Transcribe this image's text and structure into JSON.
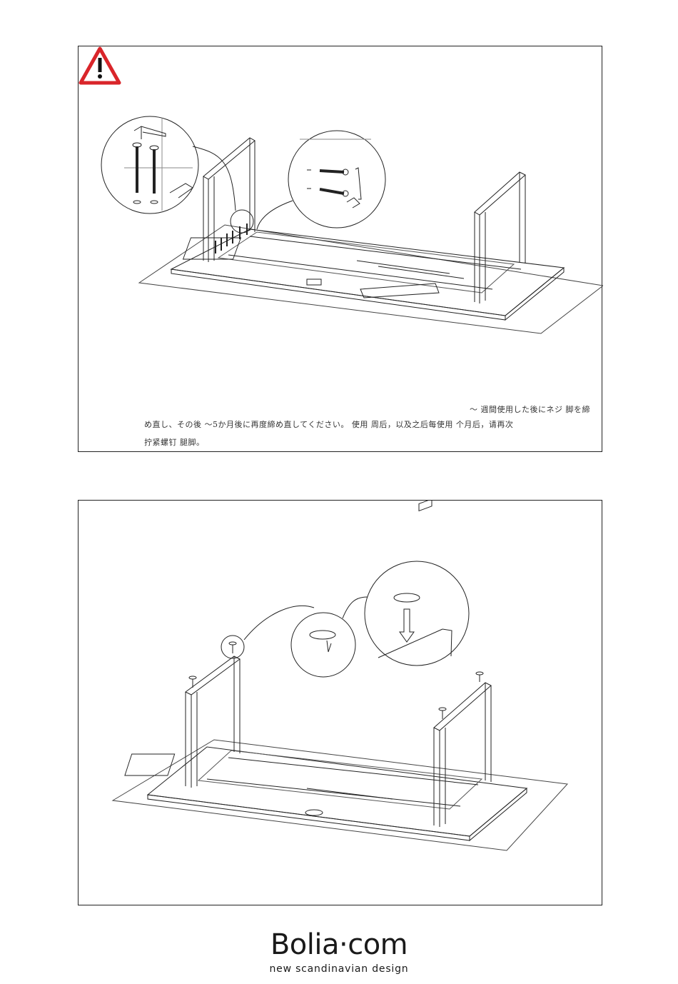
{
  "instructions": {
    "step_1": {
      "warning_text_line_1": "〜 週間使用した後にネジ 脚を締",
      "warning_text_line_2": "め直し、その後 〜5か月後に再度締め直してください。 使用 周后，以及之后每使用 个月后，请再次",
      "warning_text_line_3": "拧紧螺钉 腿脚。"
    }
  },
  "footer": {
    "brand": "Bolia·com",
    "tagline": "new scandinavian design"
  },
  "colors": {
    "warning_red": "#d9252a",
    "line": "#222222"
  },
  "icons": [
    "warning-triangle-icon",
    "hex-key-icon",
    "bolt-icon",
    "screw-icon",
    "foot-pad-icon",
    "arrow-down-icon"
  ]
}
